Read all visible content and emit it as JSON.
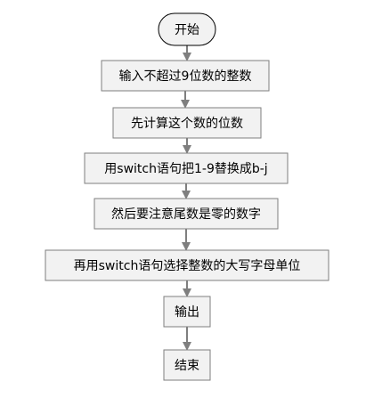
{
  "flowchart": {
    "nodes": [
      {
        "id": "start",
        "shape": "terminal",
        "label": "开始"
      },
      {
        "id": "input",
        "shape": "process",
        "label": "输入不超过9位数的整数"
      },
      {
        "id": "count_digits",
        "shape": "process",
        "label": "先计算这个数的位数"
      },
      {
        "id": "switch_map",
        "shape": "process",
        "label": "用switch语句把1-9替换成b-j"
      },
      {
        "id": "trailing_zero",
        "shape": "process",
        "label": "然后要注意尾数是零的数字"
      },
      {
        "id": "unit_select",
        "shape": "process",
        "label": "再用switch语句选择整数的大写字母单位"
      },
      {
        "id": "output",
        "shape": "process",
        "label": "输出"
      },
      {
        "id": "end",
        "shape": "process",
        "label": "结束"
      }
    ],
    "edges": [
      {
        "from": "start",
        "to": "input"
      },
      {
        "from": "input",
        "to": "count_digits"
      },
      {
        "from": "count_digits",
        "to": "switch_map"
      },
      {
        "from": "switch_map",
        "to": "trailing_zero"
      },
      {
        "from": "trailing_zero",
        "to": "unit_select"
      },
      {
        "from": "unit_select",
        "to": "output"
      },
      {
        "from": "output",
        "to": "end"
      }
    ],
    "colors": {
      "box_fill": "#f2f2f2",
      "box_stroke": "#7f7f7f",
      "terminal_stroke": "#000000",
      "arrow": "#7f7f7f",
      "text": "#000000"
    }
  }
}
